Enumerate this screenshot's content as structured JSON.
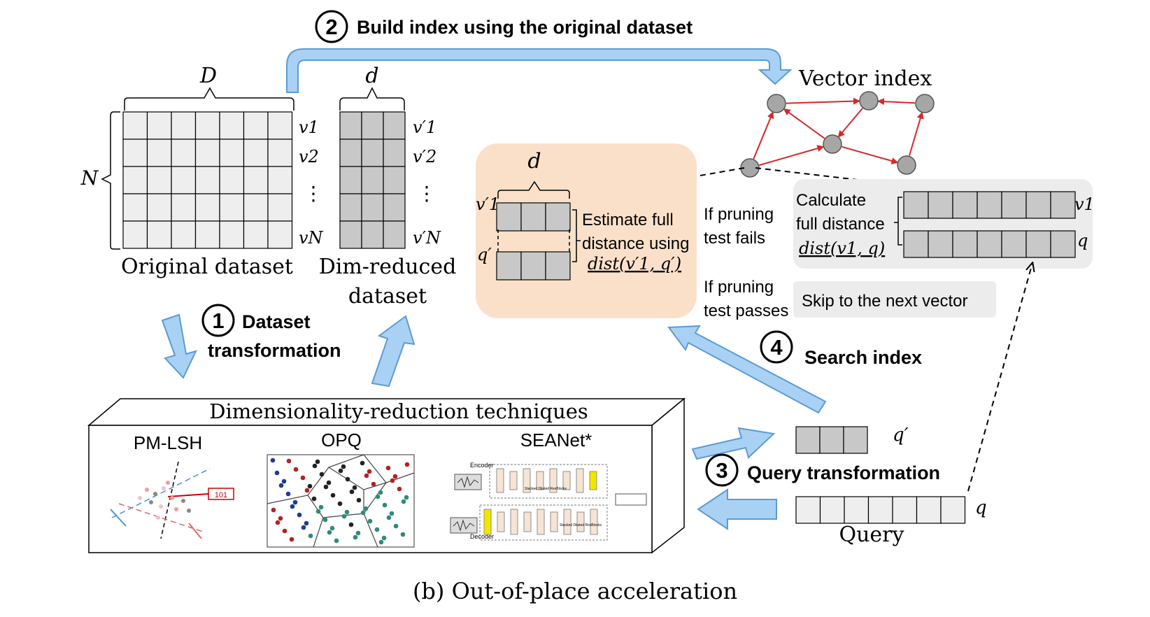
{
  "steps": {
    "build": {
      "number": "2",
      "label": "Build index using the original dataset"
    },
    "transform": {
      "number": "1",
      "label_line1": "Dataset",
      "label_line2": "transformation"
    },
    "query": {
      "number": "3",
      "label": "Query transformation"
    },
    "search": {
      "number": "4",
      "label": "Search index"
    }
  },
  "original_dataset": {
    "dim_label": "D",
    "rows_label": "N",
    "row_labels": [
      "v1",
      "v2",
      "⋮",
      "vN"
    ],
    "caption": "Original dataset"
  },
  "reduced_dataset": {
    "dim_label": "d",
    "row_labels": [
      "v′1",
      "v′2",
      "⋮",
      "v′N"
    ],
    "caption_line1": "Dim-reduced",
    "caption_line2": "dataset"
  },
  "vector_index": {
    "title": "Vector index"
  },
  "estimate_box": {
    "dim_label": "d",
    "row1": "v′1",
    "row2": "q′",
    "text_line1": "Estimate full",
    "text_line2": "distance using",
    "formula": "dist(v′1, q′)"
  },
  "pruning": {
    "fails_line1": "If pruning",
    "fails_line2": "test fails",
    "passes_line1": "If pruning",
    "passes_line2": "test passes",
    "skip_label": "Skip to the next vector"
  },
  "full_distance": {
    "line1": "Calculate",
    "line2": "full distance",
    "formula": "dist(v1, q)",
    "row1": "v1",
    "row2": "q"
  },
  "techniques": {
    "title": "Dimensionality-reduction techniques",
    "items": [
      "PM-LSH",
      "OPQ",
      "SEANet*"
    ],
    "pmlsh_tag": "101",
    "seanet_encoder": "Encoder",
    "seanet_decoder": "Decoder",
    "seanet_block": "Stacked Dilated ResBlocks"
  },
  "query_vectors": {
    "reduced_label": "q′",
    "full_label": "q",
    "caption": "Query"
  },
  "figure_caption": "(b) Out-of-place acceleration",
  "colors": {
    "arrow_fill": "#a9d1f3",
    "arrow_stroke": "#5b9bd5",
    "cell_light": "#eeeeee",
    "cell_dark": "#c8c8c8",
    "estimate_bg": "#fbe0c9",
    "panel_bg": "#ececec",
    "index_edge": "#d62828",
    "node_fill": "#a6a6a6"
  }
}
